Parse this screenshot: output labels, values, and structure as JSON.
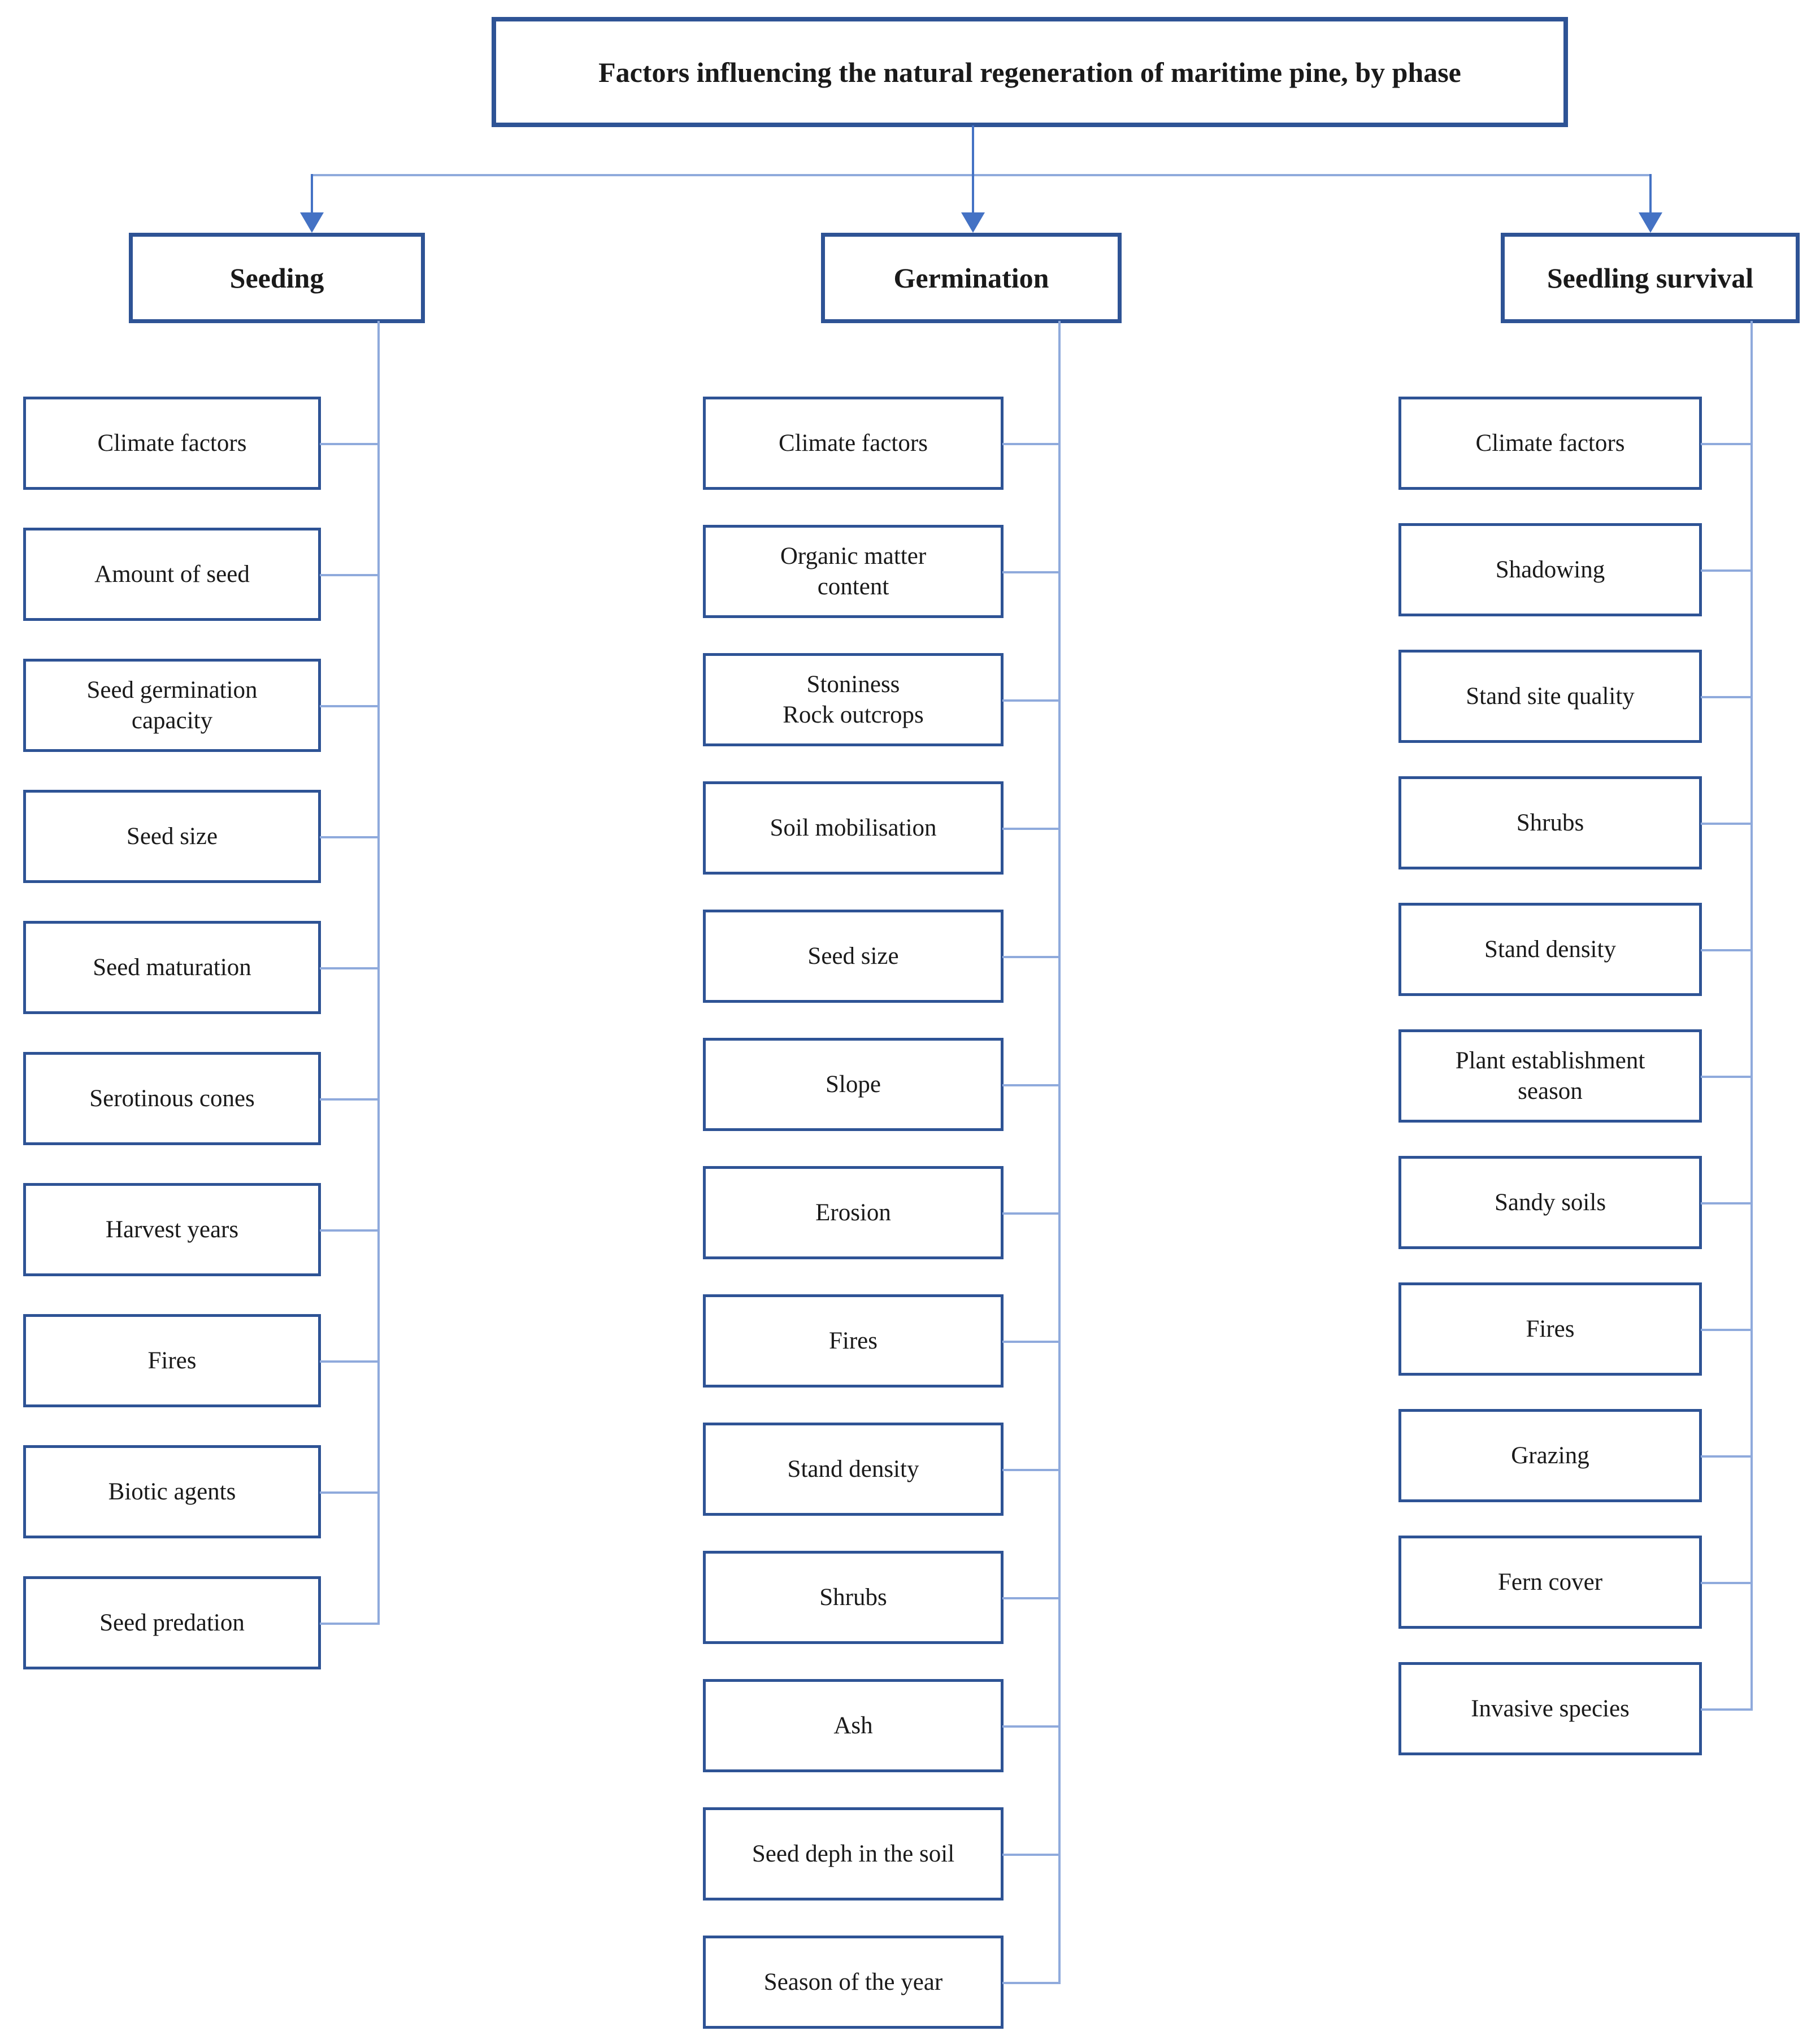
{
  "title": "Factors influencing the natural regeneration of maritime pine, by phase",
  "columns": [
    {
      "title": "Seeding",
      "items": [
        "Climate factors",
        "Amount of seed",
        "Seed germination\ncapacity",
        "Seed size",
        "Seed maturation",
        "Serotinous cones",
        "Harvest years",
        "Fires",
        "Biotic agents",
        "Seed predation"
      ]
    },
    {
      "title": "Germination",
      "items": [
        "Climate factors",
        "Organic matter\ncontent",
        "Stoniness\nRock outcrops",
        "Soil mobilisation",
        "Seed size",
        "Slope",
        "Erosion",
        "Fires",
        "Stand density",
        "Shrubs",
        "Ash",
        "Seed deph in the soil",
        "Season of the year"
      ]
    },
    {
      "title": "Seedling survival",
      "items": [
        "Climate factors",
        "Shadowing",
        "Stand site quality",
        "Shrubs",
        "Stand density",
        "Plant establishment\nseason",
        "Sandy soils",
        "Fires",
        "Grazing",
        "Fern cover",
        "Invasive species"
      ]
    }
  ],
  "colors": {
    "box_border": "#2e5395",
    "connector": "#8faadc",
    "arrow": "#4472c4",
    "text": "#1a1a1a",
    "background": "#ffffff"
  }
}
